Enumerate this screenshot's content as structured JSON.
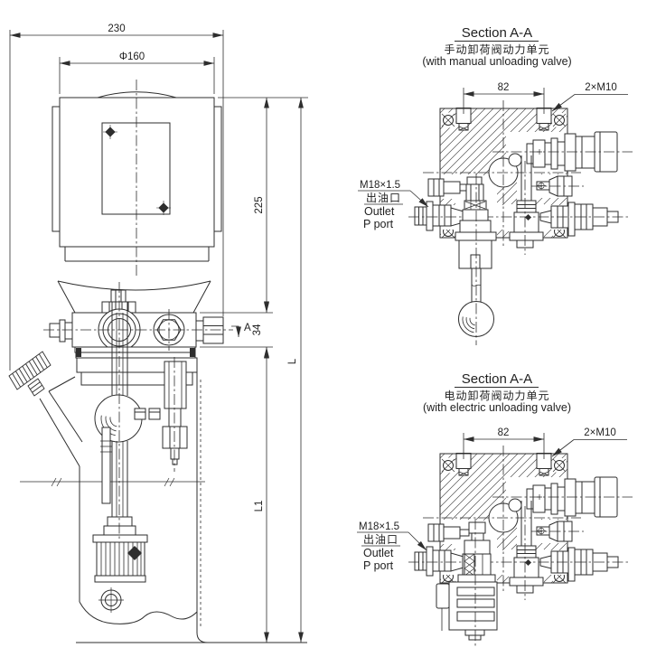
{
  "drawing": {
    "colors": {
      "line": "#2e2e2e",
      "text": "#1f1f1f",
      "background": "#ffffff"
    },
    "main_view": {
      "dim_total_width": "230",
      "dim_motor_diameter": "Φ160",
      "dim_motor_height": "225",
      "dim_valve_block_height": "34",
      "dim_overall_height": "L",
      "dim_tank_height": "L1",
      "section_cut_label": "A"
    },
    "section_manual": {
      "title": "Section A-A",
      "subtitle_cn": "手动卸荷阀动力单元",
      "subtitle_en": "(with manual unloading valve)",
      "dim_bolt_spacing": "82",
      "bolt_holes_label": "2×M10",
      "outlet_thread": "M18×1.5",
      "outlet_label_cn": "出油口",
      "outlet_label_en_line1": "Outlet",
      "outlet_label_en_line2": "P port"
    },
    "section_electric": {
      "title": "Section A-A",
      "subtitle_cn": "电动卸荷阀动力单元",
      "subtitle_en": "(with electric unloading valve)",
      "dim_bolt_spacing": "82",
      "bolt_holes_label": "2×M10",
      "outlet_thread": "M18×1.5",
      "outlet_label_cn": "出油口",
      "outlet_label_en_line1": "Outlet",
      "outlet_label_en_line2": "P port"
    }
  }
}
